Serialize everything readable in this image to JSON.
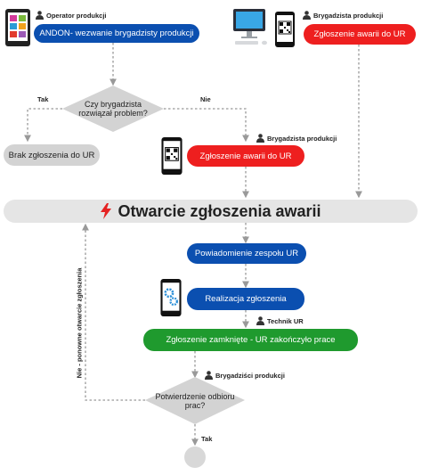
{
  "roles": {
    "operator": "Operator produkcji",
    "foreman_top": "Brygadzista produkcji",
    "foreman_mid": "Brygadzista produkcji",
    "technician": "Technik UR",
    "foremen_bottom": "Brygadziści produkcji"
  },
  "nodes": {
    "andon": "ANDON- wezwanie brygadzisty produkcji",
    "report_top": "Zgłoszenie awarii do UR",
    "decision1": "Czy brygadzista rozwiązał problem?",
    "no_report": "Brak zgłoszenia do UR",
    "report_mid": "Zgłoszenie awarii do UR",
    "banner": "Otwarcie zgłoszenia awarii",
    "notify": "Powiadomienie zespołu UR",
    "execute": "Realizacja zgłoszenia",
    "closed": "Zgłoszenie zamknięte - UR zakończyło prace",
    "decision2": "Potwierdzenie odbioru prac?"
  },
  "edge_labels": {
    "yes1": "Tak",
    "no1": "Nie",
    "reopen": "Nie - ponowne otwarcie zgłoszenia",
    "yes2": "Tak"
  },
  "icons": [
    "person-icon",
    "tablet-icon",
    "computer-icon",
    "phone-qr-icon",
    "lightning-icon",
    "gear-phone-icon"
  ],
  "colors": {
    "blue": "#0b4fb0",
    "red": "#ee1f1f",
    "green": "#1f9a2e",
    "grey": "#d3d3d3",
    "banner": "#e5e5e5",
    "connector": "#999999"
  }
}
